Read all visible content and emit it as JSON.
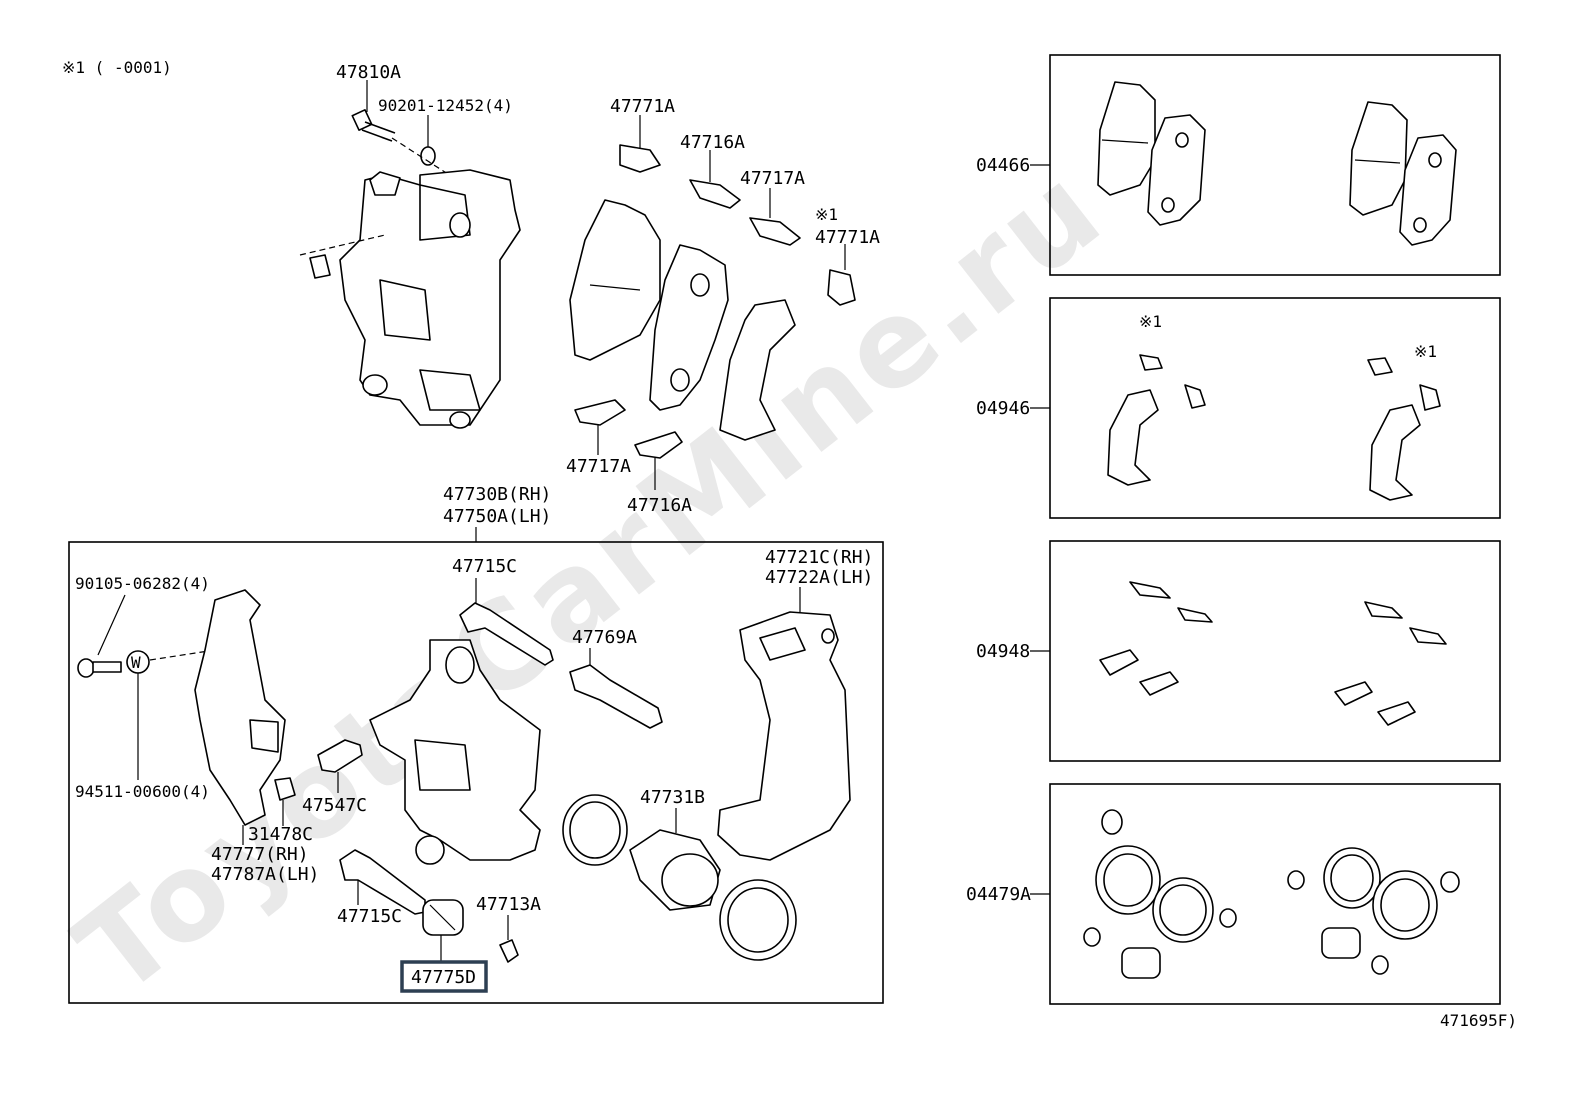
{
  "watermark": "ToyotaCarMine.ru",
  "note": "※1 ( -0001)",
  "highlight_color": "#2d3f52",
  "labels": {
    "p47810A": "47810A",
    "p90201": "90201-12452(4)",
    "p47771A_top": "47771A",
    "p47716A_top": "47716A",
    "p47717A_top": "47717A",
    "p47771A_note": "※1",
    "p47771A_2": "47771A",
    "p47717A_low": "47717A",
    "p47716A_low": "47716A",
    "p47730B": "47730B(RH)",
    "p47750A": "47750A(LH)",
    "p90105": "90105-06282(4)",
    "p94511": "94511-00600(4)",
    "p47715C_top": "47715C",
    "p47769A": "47769A",
    "p47721C": "47721C(RH)",
    "p47722A": "47722A(LH)",
    "p47547C": "47547C",
    "p31478C": "31478C",
    "p47777": "47777(RH)",
    "p47787A": "47787A(LH)",
    "p47731B": "47731B",
    "p47715C_low": "47715C",
    "p47713A": "47713A",
    "p47775D": "47775D",
    "washer_w": "W",
    "kit_04466": "04466",
    "kit_04946": "04946",
    "kit_04948": "04948",
    "kit_04479A": "04479A",
    "kit_04946_note_l": "※1",
    "kit_04946_note_r": "※1",
    "figure_code": "471695F)"
  }
}
